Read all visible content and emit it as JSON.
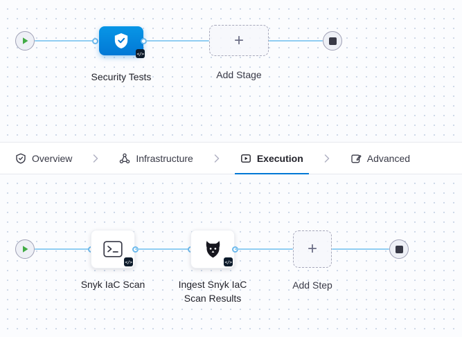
{
  "colors": {
    "accent_blue": "#0278d5",
    "stage_node_blue": "#0092e4",
    "edge_blue": "#8fcdf2",
    "play_green": "#42ab45",
    "node_dark": "#383946",
    "canvas_bg": "#fbfcfe"
  },
  "icons": {
    "code_badge": "</>",
    "plus": "+",
    "play_icon": "green right-facing triangle",
    "stop_icon": "dark rounded square",
    "stage_icon": "white shield with check",
    "step1_icon": "terminal prompt in box",
    "step2_icon": "snyk dog head silhouette",
    "tab_separator": "chevron-right"
  },
  "top_canvas": {
    "stage_label": "Security Tests",
    "add_stage_label": "Add Stage"
  },
  "tab_bar": {
    "tabs": [
      {
        "label": "Overview",
        "selected": false
      },
      {
        "label": "Infrastructure",
        "selected": false
      },
      {
        "label": "Execution",
        "selected": true
      },
      {
        "label": "Advanced",
        "selected": false
      }
    ]
  },
  "bottom_canvas": {
    "steps": [
      {
        "label": "Snyk IaC Scan"
      },
      {
        "label": "Ingest Snyk IaC Scan Results"
      }
    ],
    "add_step_label": "Add Step"
  }
}
